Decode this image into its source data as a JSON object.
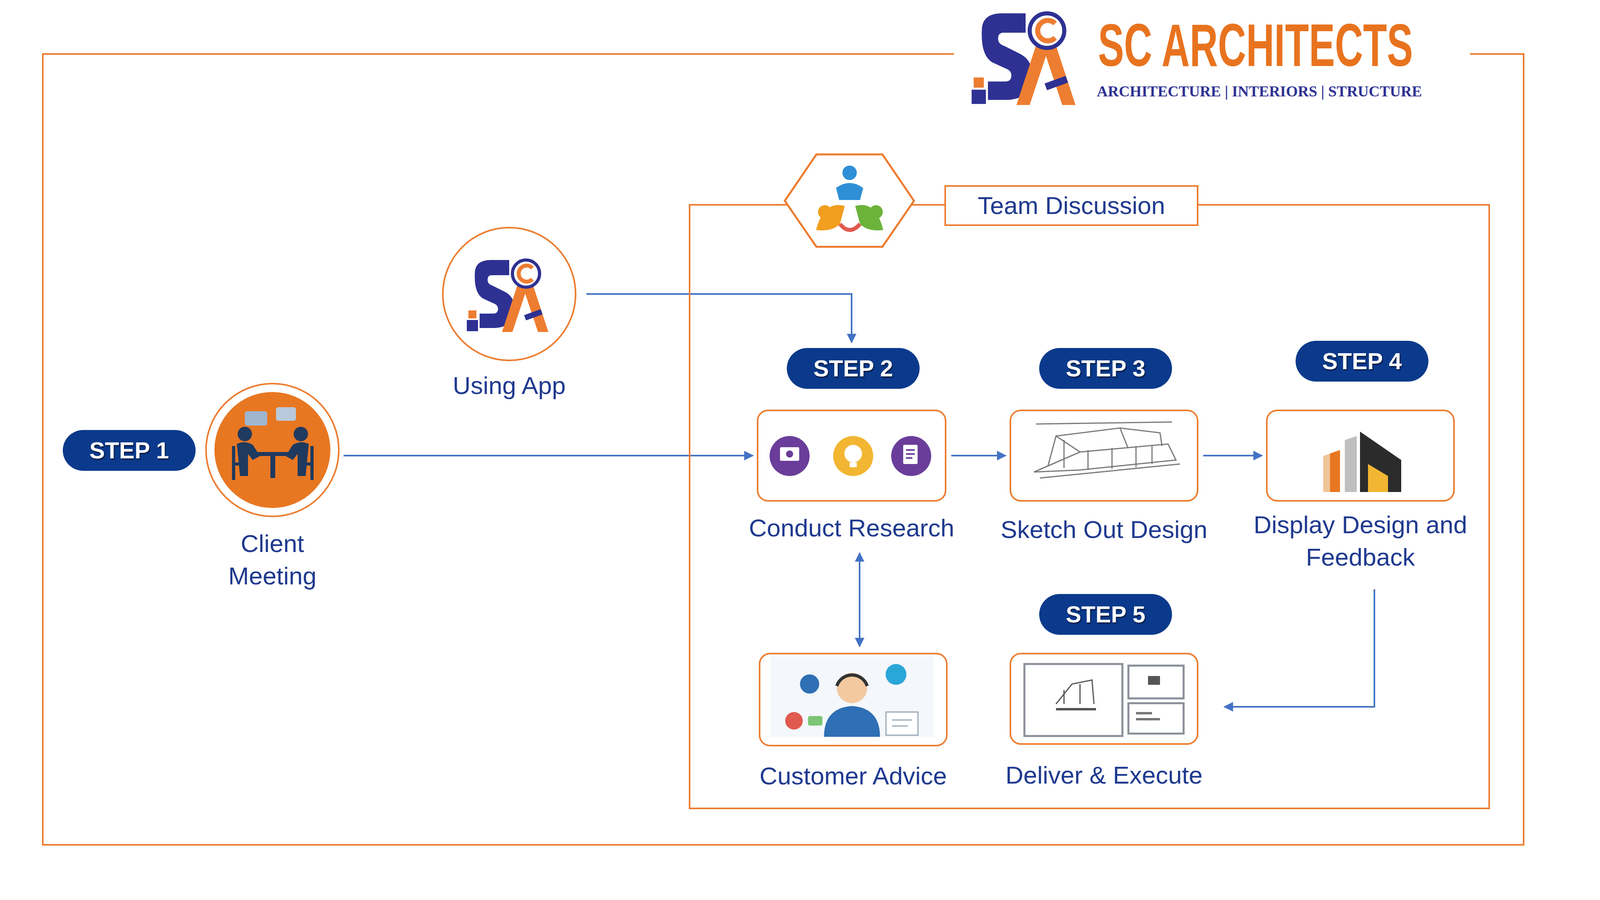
{
  "diagram": {
    "title": "SC ARCHITECTS",
    "nodes": [
      {
        "text": [
          "STEP 1",
          "Client Meeting"
        ]
      },
      {
        "text": [
          "Using App"
        ]
      },
      {
        "text": [
          "Team Discussion"
        ]
      },
      {
        "text": [
          "STEP 2",
          "Conduct Research"
        ],
        "in": 2
      },
      {
        "text": [
          "STEP 3",
          "Sketch Out Design"
        ],
        "in": 2
      },
      {
        "text": [
          "STEP 4",
          "Display Design and Feedback"
        ],
        "in": 2
      },
      {
        "text": [
          "Customer Advice"
        ],
        "in": 2
      },
      {
        "text": [
          "STEP 5",
          "Deliver & Execute"
        ],
        "in": 2
      }
    ],
    "edges": [
      {
        "from": 0,
        "to": 3,
        "arrow": "to"
      },
      {
        "from": 1,
        "to": 3,
        "arrow": "to"
      },
      {
        "from": 3,
        "to": 4,
        "arrow": "to"
      },
      {
        "from": 4,
        "to": 5,
        "arrow": "to"
      },
      {
        "from": 5,
        "to": 7,
        "arrow": "to"
      },
      {
        "from": 3,
        "to": 6,
        "arrow": "both"
      }
    ],
    "labels": [
      "ARCHITECTURE | INTERIORS | STRUCTURE"
    ]
  }
}
